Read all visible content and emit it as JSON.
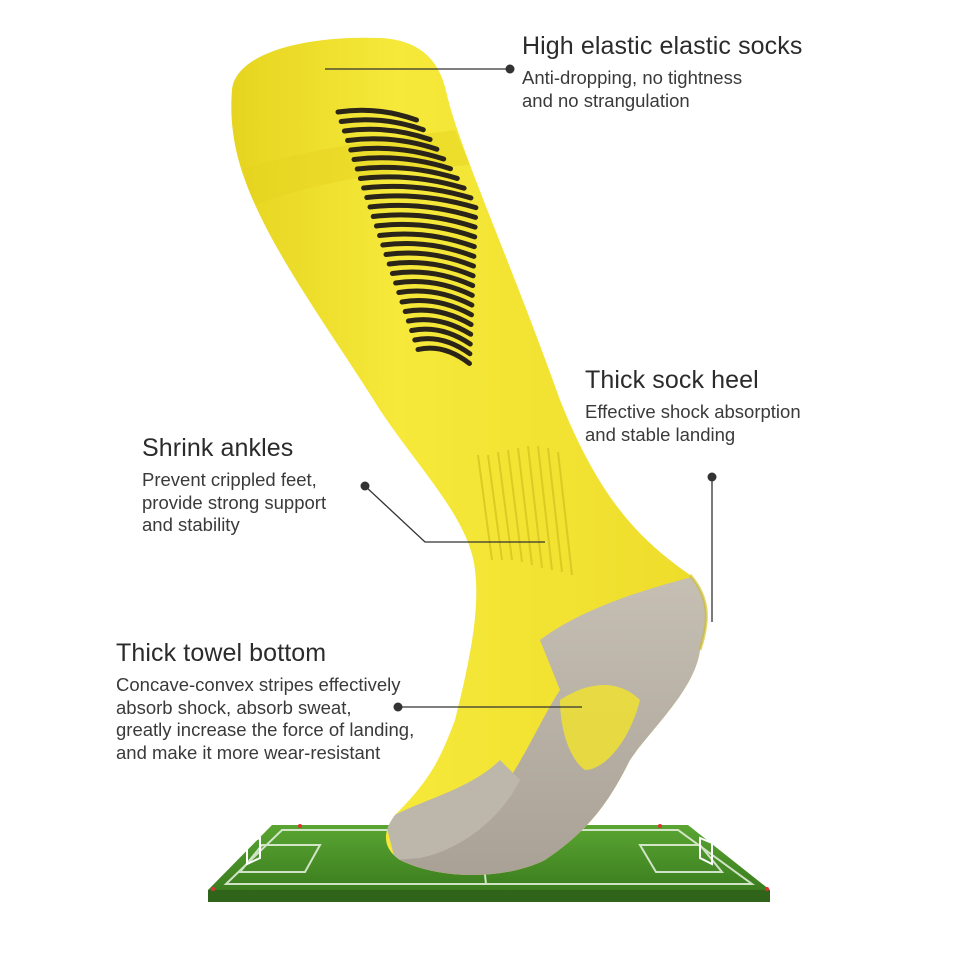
{
  "colors": {
    "sock_yellow": "#f3e532",
    "sock_shadow": "#d8c81c",
    "terry_gray": "#b7b0a6",
    "stripe_dark": "#2a2518",
    "grass": "#4e9a2a",
    "grass_dark": "#3d7f20",
    "text_heading": "#2b2b2b",
    "text_body": "#3a3a3a",
    "leader_line": "#333333"
  },
  "callouts": [
    {
      "id": "elastic",
      "title": "High elastic elastic socks",
      "lines": [
        "Anti-dropping, no tightness",
        "and no strangulation"
      ]
    },
    {
      "id": "heel",
      "title": "Thick sock heel",
      "lines": [
        "Effective shock absorption",
        "and stable landing"
      ]
    },
    {
      "id": "ankle",
      "title": "Shrink ankles",
      "lines": [
        "Prevent crippled feet,",
        "provide strong support",
        "and stability"
      ]
    },
    {
      "id": "bottom",
      "title": "Thick towel bottom",
      "lines": [
        "Concave-convex stripes effectively",
        "absorb shock, absorb sweat,",
        "greatly increase the force of landing,",
        "and make it more wear-resistant"
      ]
    }
  ],
  "icons": {
    "product": "soccer-sock-illustration",
    "field": "soccer-field-illustration"
  }
}
